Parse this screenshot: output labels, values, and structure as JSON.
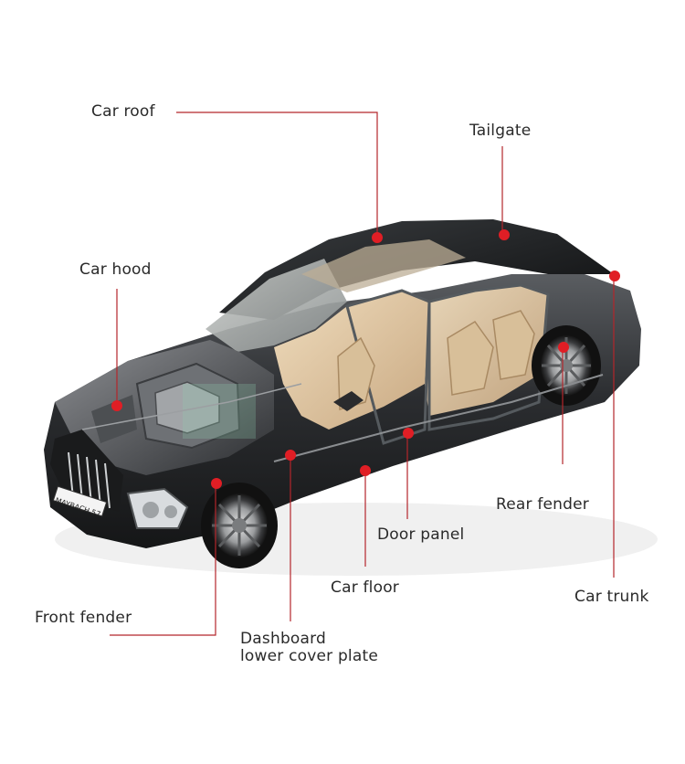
{
  "labels": {
    "car_roof": "Car roof",
    "tailgate": "Tailgate",
    "car_hood": "Car hood",
    "rear_fender": "Rear fender",
    "door_panel": "Door panel",
    "car_floor": "Car floor",
    "car_trunk": "Car trunk",
    "front_fender": "Front fender",
    "dashboard_line1": "Dashboard",
    "dashboard_line2": "lower cover plate"
  },
  "plate_text": "MAYBACH 57",
  "colors": {
    "leader": "#b3262b",
    "dot": "#e01e25",
    "text": "#2a2a2a"
  }
}
